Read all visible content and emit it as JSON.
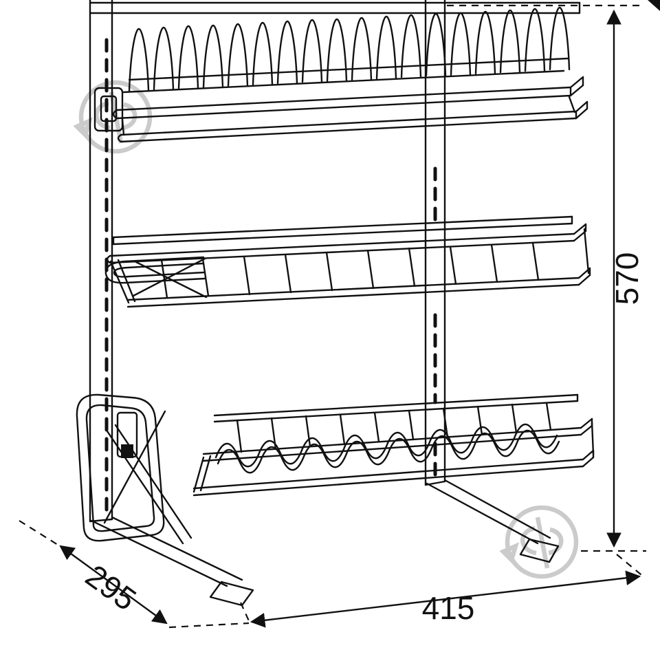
{
  "dimensions": {
    "height_label": "570",
    "depth_label": "295",
    "width_label": "415"
  },
  "colors": {
    "ink": "#111111",
    "watermark": "#c9c9c9",
    "background": "#ffffff"
  },
  "icons": {
    "watermark": "brand-watermark-icon"
  }
}
